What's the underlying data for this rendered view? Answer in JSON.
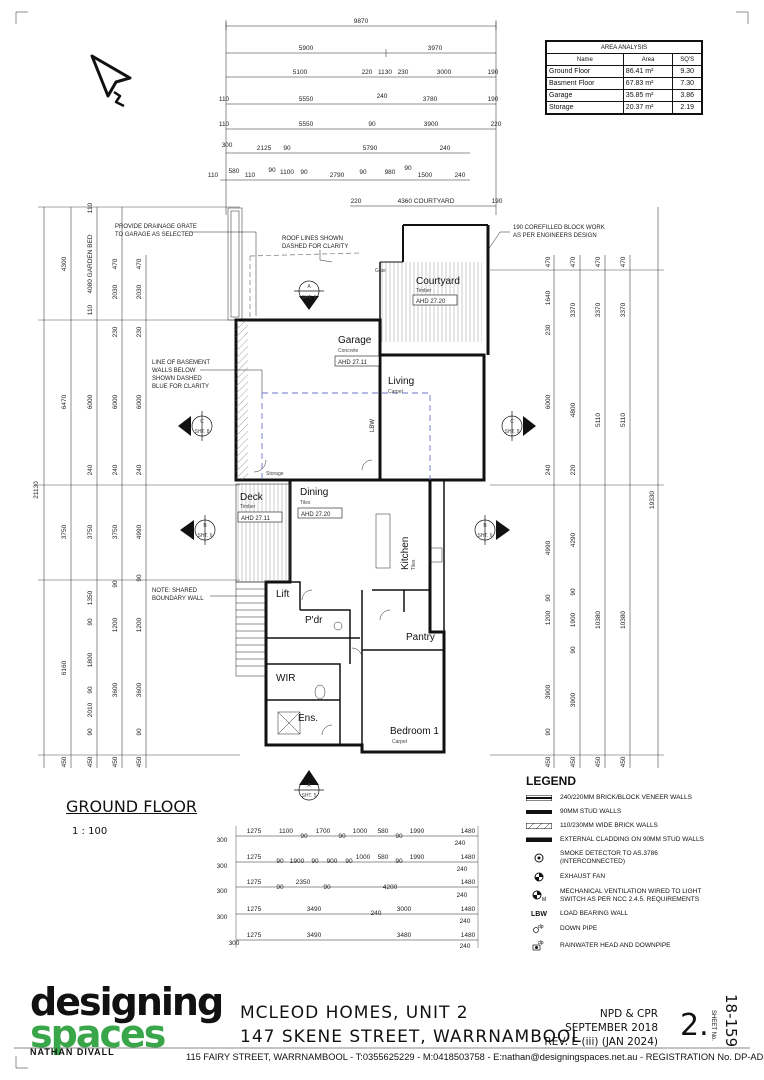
{
  "area_analysis": {
    "title": "AREA ANALYSIS",
    "headers": [
      "Name",
      "Area",
      "SQ'S"
    ],
    "rows": [
      [
        "Ground Floor",
        "86.41 m²",
        "9.30"
      ],
      [
        "Basment Floor",
        "67.83 m²",
        "7.30"
      ],
      [
        "Garage",
        "35.85 m²",
        "3.86"
      ],
      [
        "Storage",
        "20.37 m²",
        "2.19"
      ]
    ]
  },
  "drawing": {
    "title": "GROUND FLOOR",
    "scale": "1 : 100"
  },
  "rooms": {
    "courtyard": "Courtyard",
    "courtyard_sub": "Timber",
    "courtyard_ahd": "AHD 27.20",
    "garage": "Garage",
    "garage_sub": "Concrete",
    "garage_ahd": "AHD 27.11",
    "living": "Living",
    "living_sub": "Carpet",
    "deck": "Deck",
    "deck_sub": "Timber",
    "deck_ahd": "AHD 27.11",
    "dining": "Dining",
    "dining_sub": "Tiles",
    "dining_ahd": "AHD 27.20",
    "kitchen": "Kitchen",
    "kitchen_sub": "Tiles",
    "lift": "Lift",
    "pdr": "P'dr",
    "pantry": "Pantry",
    "wir": "WIR",
    "ens": "Ens.",
    "bedroom": "Bedroom 1",
    "bedroom_sub": "Carpet",
    "storage": "Storage",
    "lbw": "LBW",
    "gate": "Gate"
  },
  "notes": {
    "drainage": [
      "PROVIDE DRAINAGE GRATE",
      "TO GARAGE AS SELECTED"
    ],
    "roof": [
      "ROOF LINES SHOWN",
      "DASHED FOR CLARITY"
    ],
    "block": [
      "190 COREFILLED BLOCK WORK",
      "AS PER ENGINEERS DESIGN"
    ],
    "basement": [
      "LINE OF BASEMENT",
      "WALLS BELOW",
      "SHOWN DASHED",
      "BLUE FOR CLARITY"
    ],
    "shared": [
      "NOTE: SHARED",
      "BOUNDARY WALL"
    ],
    "courtyard_dim": "4360 COURTYARD"
  },
  "top_dims": {
    "overall": "9870",
    "r1": [
      "5900",
      "3970"
    ],
    "r2": [
      "5100",
      "220",
      "1130",
      "230",
      "3000",
      "190"
    ],
    "r3": [
      "110",
      "5550",
      "240",
      "3780",
      "190"
    ],
    "r4": [
      "110",
      "5550",
      "90",
      "3900",
      "220"
    ],
    "r5": [
      "300",
      "2125",
      "90",
      "5790",
      "240"
    ],
    "r6": [
      "110",
      "580",
      "110",
      "90",
      "1100",
      "90",
      "2790",
      "90",
      "980",
      "90",
      "1500",
      "240"
    ],
    "r7": [
      "220",
      "190"
    ]
  },
  "bottom_dims": {
    "r1": [
      "1275",
      "1100",
      "90",
      "1700",
      "90",
      "1000",
      "580",
      "90",
      "1990",
      "1480"
    ],
    "r2": [
      "1275",
      "90",
      "1900",
      "90",
      "900",
      "90",
      "1000",
      "580",
      "90",
      "1990",
      "1480"
    ],
    "r3": [
      "1275",
      "90",
      "2350",
      "90",
      "4200",
      "1480"
    ],
    "r4": [
      "1275",
      "3490",
      "240",
      "3000",
      "1480"
    ],
    "r5": [
      "1275",
      "3490",
      "3480",
      "1480"
    ],
    "side": [
      "300",
      "300",
      "300",
      "300",
      "300",
      "240",
      "240",
      "240",
      "240",
      "240"
    ]
  },
  "left_dims": {
    "overall": "21130",
    "c1": [
      "4300",
      "6470",
      "3750",
      "6160",
      "450"
    ],
    "c2": [
      "110",
      "4080 GARDEN BED",
      "110",
      "6000",
      "240",
      "3750",
      "1350",
      "90",
      "1800",
      "90",
      "2010",
      "90",
      "450"
    ],
    "c3": [
      "470",
      "2030",
      "230",
      "6000",
      "240",
      "3750",
      "90",
      "1200",
      "3600",
      "450"
    ],
    "c4": [
      "470",
      "2030",
      "230",
      "6000",
      "240",
      "4990",
      "90",
      "1200",
      "3600",
      "90",
      "450"
    ]
  },
  "right_dims": {
    "overall": "19330",
    "c1": [
      "470",
      "1640",
      "230",
      "6000",
      "240",
      "4990",
      "90",
      "1200",
      "3900",
      "90",
      "450"
    ],
    "c2": [
      "470",
      "3370",
      "4800",
      "220",
      "4290",
      "90",
      "1900",
      "90",
      "3900",
      "450"
    ],
    "c3": [
      "470",
      "3370",
      "5110",
      "10380",
      "450"
    ],
    "c4": [
      "10380"
    ]
  },
  "sections": {
    "a_top": [
      "A",
      "SHT. 5"
    ],
    "a_bot": [
      "A",
      "SHT. 5"
    ],
    "b_left": [
      "B",
      "SHT. 6"
    ],
    "b_right": [
      "B",
      "SHT. 6"
    ],
    "c_left": [
      "C",
      "SHT. 8"
    ],
    "c_right": [
      "C",
      "SHT. 8"
    ]
  },
  "legend": {
    "title": "LEGEND",
    "items": [
      "240/220MM BRICK/BLOCK VENEER WALLS",
      "90MM STUD WALLS",
      "110/230MM WIDE BRICK WALLS",
      "EXTERNAL CLADDING ON 90MM STUD WALLS",
      "SMOKE DETECTOR TO AS.3786 (INTERCONNECTED)",
      "EXHAUST FAN",
      "MECHANICAL VENTILATION WIRED TO LIGHT SWITCH AS PER NCC 2.4.5. REQUIREMENTS",
      "LOAD BEARING WALL",
      "DOWN PIPE",
      "RAINWATER HEAD AND DOWNPIPE"
    ],
    "lbw": "LBW",
    "dp": "dp"
  },
  "titleblock": {
    "logo1": "designing",
    "logo2": "spaces",
    "logo3": "NATHAN DIVALL",
    "project1": "MCLEOD HOMES, UNIT 2",
    "project2": "147 SKENE STREET, WARRNAMBOOL",
    "rev1": "NPD & CPR",
    "rev2": "SEPTEMBER 2018",
    "rev3": "REV: E (iii) (JAN 2024)",
    "sheet": "2.",
    "sheet_label": "SHEET No.",
    "job": "18-159",
    "footer": "115 FAIRY STREET, WARRNAMBOOL - T:0355625229 - M:0418503758 - E:nathan@designingspaces.net.au - REGISTRATION No. DP-AD32963"
  }
}
